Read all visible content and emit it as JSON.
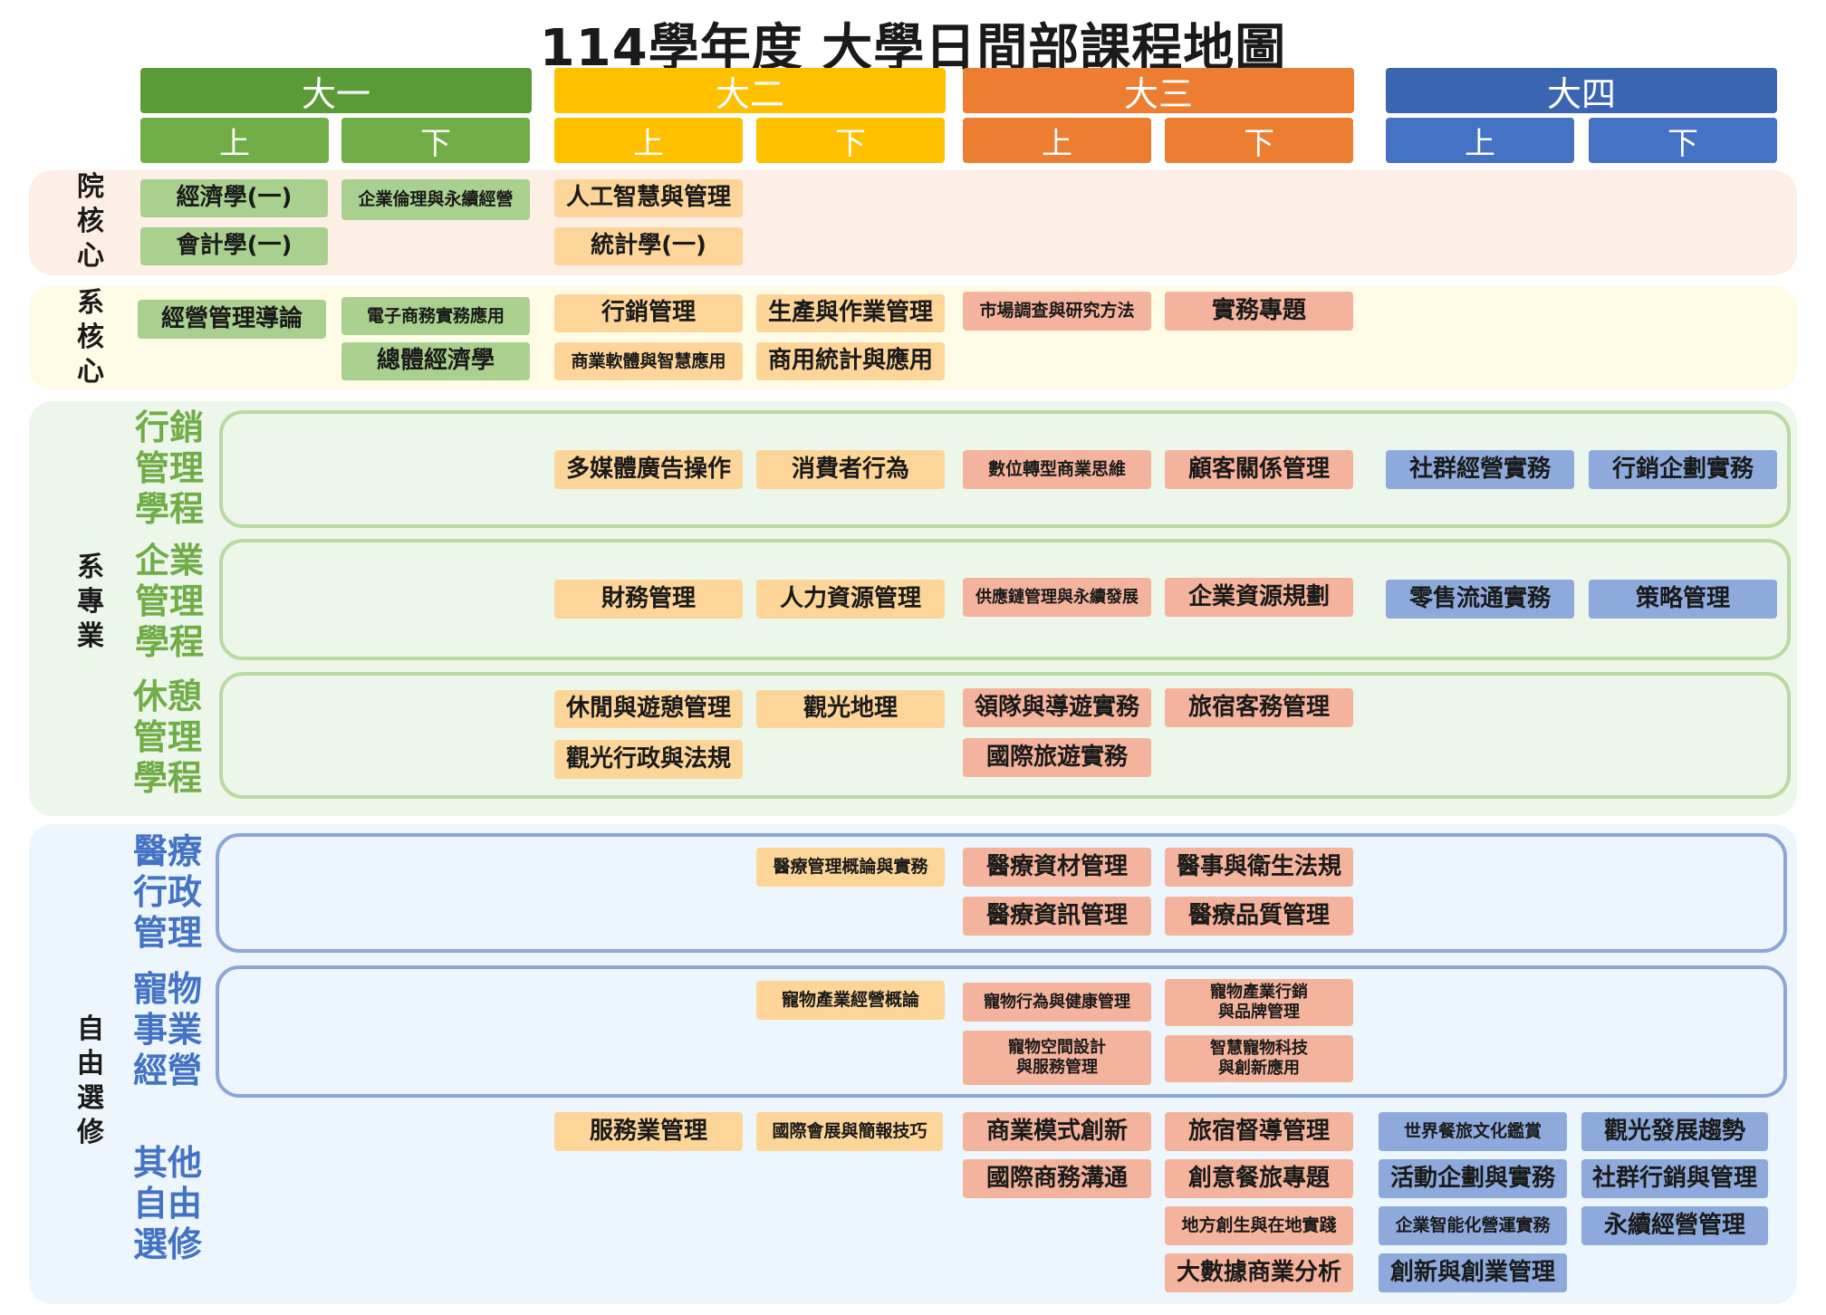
{
  "title": "114學年度 大學日間部課程地圖",
  "years": [
    {
      "label": "大一",
      "color": "#5b9b37"
    },
    {
      "label": "大二",
      "color": "#ffc000"
    },
    {
      "label": "大三",
      "color": "#ed7d31"
    },
    {
      "label": "大四",
      "color": "#3a65b0"
    }
  ],
  "semesters": {
    "first": "上",
    "second": "下"
  },
  "rows": {
    "college_core": {
      "label": "院核心"
    },
    "dept_core": {
      "label": "系核心"
    },
    "dept_major": {
      "label": "系專業"
    },
    "electives": {
      "label": "自由選修"
    }
  },
  "tracks": {
    "marketing": "行銷管理學程",
    "enterprise": "企業管理學程",
    "leisure": "休憩管理學程",
    "medical": "醫療行政管理",
    "pet": "寵物事業經營",
    "other": "其他自由選修"
  },
  "colors": {
    "college_core_bg": "#fdeee6",
    "dept_core_bg": "#fefbe6",
    "major_bg": "#edf6ea",
    "elective_bg": "#ecf6fc",
    "major_track_border": "#b7dba0",
    "elective_track_border": "#8aa7d7",
    "year1_course": "#a9d08e",
    "year2_course": "#fdd598",
    "year3_course": "#f4b39c",
    "year4_course": "#8ea9db"
  },
  "courses": {
    "cc_econ1": "經濟學(一)",
    "cc_acct1": "會計學(一)",
    "cc_ethics": "企業倫理與永續經營",
    "cc_ai": "人工智慧與管理",
    "cc_stat1": "統計學(一)",
    "dc_intro": "經營管理導論",
    "dc_ecom": "電子商務實務應用",
    "dc_macro": "總體經濟學",
    "dc_mkt": "行銷管理",
    "dc_soft": "商業軟體與智慧應用",
    "dc_prod": "生產與作業管理",
    "dc_bstat": "商用統計與應用",
    "dc_research": "市場調查與研究方法",
    "dc_project": "實務專題",
    "mk_media": "多媒體廣告操作",
    "mk_consumer": "消費者行為",
    "mk_digital": "數位轉型商業思維",
    "mk_crm": "顧客關係管理",
    "mk_social": "社群經營實務",
    "mk_plan": "行銷企劃實務",
    "en_fin": "財務管理",
    "en_hr": "人力資源管理",
    "en_supply": "供應鏈管理與永續發展",
    "en_erp": "企業資源規劃",
    "en_retail": "零售流通實務",
    "en_strategy": "策略管理",
    "le_leisure": "休閒與遊憩管理",
    "le_admin": "觀光行政與法規",
    "le_geo": "觀光地理",
    "le_guide": "領隊與導遊實務",
    "le_intl": "國際旅遊實務",
    "le_hotel": "旅宿客務管理",
    "md_intro": "醫療管理概論與實務",
    "md_material": "醫療資材管理",
    "md_info": "醫療資訊管理",
    "md_law": "醫事與衛生法規",
    "md_quality": "醫療品質管理",
    "pt_intro": "寵物產業經營概論",
    "pt_behavior": "寵物行為與健康管理",
    "pt_space": "寵物空間設計\n與服務管理",
    "pt_brand": "寵物產業行銷\n與品牌管理",
    "pt_tech": "智慧寵物科技\n與創新應用",
    "ot_service": "服務業管理",
    "ot_mice": "國際會展與簡報技巧",
    "ot_model": "商業模式創新",
    "ot_comm": "國際商務溝通",
    "ot_supervise": "旅宿督導管理",
    "ot_creative": "創意餐旅專題",
    "ot_local": "地方創生與在地實踐",
    "ot_bigdata": "大數據商業分析",
    "ot_culture": "世界餐旅文化鑑賞",
    "ot_event": "活動企劃與實務",
    "ot_smart": "企業智能化營運實務",
    "ot_innov": "創新與創業管理",
    "ot_trend": "觀光發展趨勢",
    "ot_socialmkt": "社群行銷與管理",
    "ot_sustain": "永續經營管理"
  }
}
